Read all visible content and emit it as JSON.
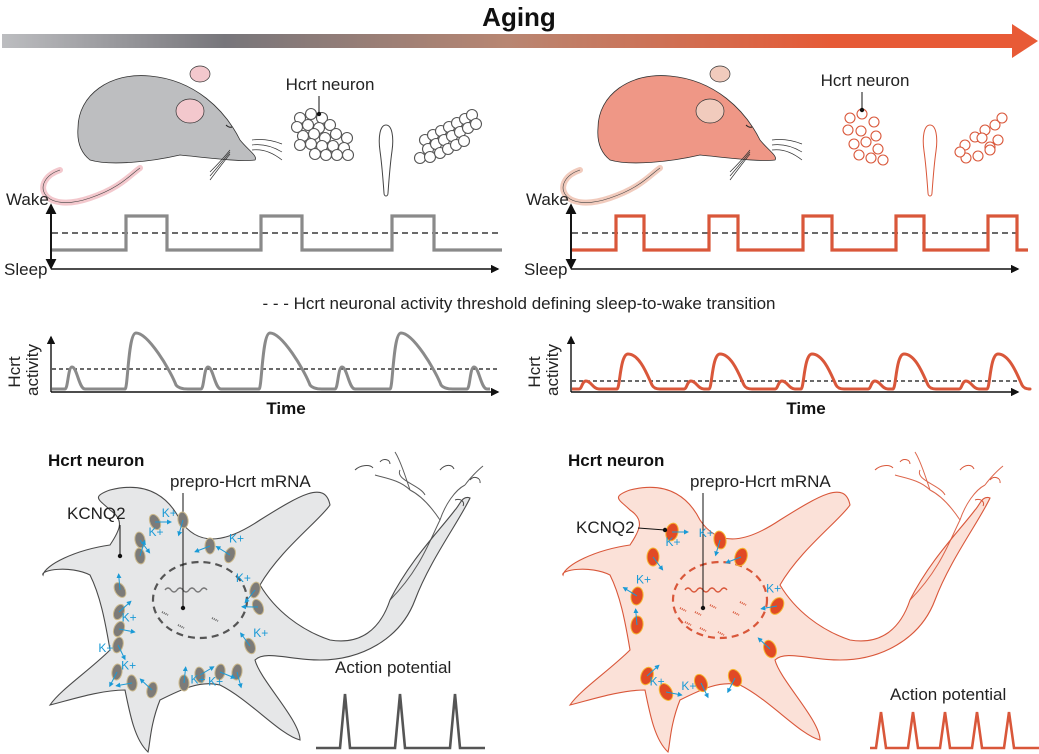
{
  "header": {
    "title": "Aging",
    "gradient_colors": [
      "#b8b9bc",
      "#77767b",
      "#c2826c",
      "#e65a36"
    ]
  },
  "legend": {
    "threshold_text": "- - - Hcrt neuronal activity threshold defining sleep-to-wake transition"
  },
  "colors": {
    "young_accent": "#8c8c8c",
    "aged_accent": "#d9573a",
    "young_body": "#bdbec0",
    "aged_body": "#ef9786",
    "young_cell": "#e6e7e8",
    "aged_cell": "#fbe1d8",
    "ion": "#1a9ad6"
  },
  "panels": [
    {
      "id": "young",
      "neuron_cluster_label": "Hcrt neuron",
      "wake_label": "Wake",
      "sleep_label": "Sleep",
      "activity_ylabel_line1": "Hcrt",
      "activity_ylabel_line2": "activity",
      "time_label": "Time",
      "neuron_title": "Hcrt neuron",
      "mrna_label": "prepro-Hcrt mRNA",
      "kcnq2_label": "KCNQ2",
      "ap_label": "Action potential",
      "neurons_per_cluster": "dense",
      "wake_bouts": 3,
      "large_activity_peaks": 3,
      "action_potential_spikes": 3
    },
    {
      "id": "aged",
      "neuron_cluster_label": "Hcrt neuron",
      "wake_label": "Wake",
      "sleep_label": "Sleep",
      "activity_ylabel_line1": "Hcrt",
      "activity_ylabel_line2": "activity",
      "time_label": "Time",
      "neuron_title": "Hcrt neuron",
      "mrna_label": "prepro-Hcrt mRNA",
      "kcnq2_label": "KCNQ2",
      "ap_label": "Action potential",
      "neurons_per_cluster": "sparse",
      "wake_bouts": 5,
      "large_activity_peaks": 5,
      "action_potential_spikes": 5
    }
  ],
  "ion_label": "K+"
}
